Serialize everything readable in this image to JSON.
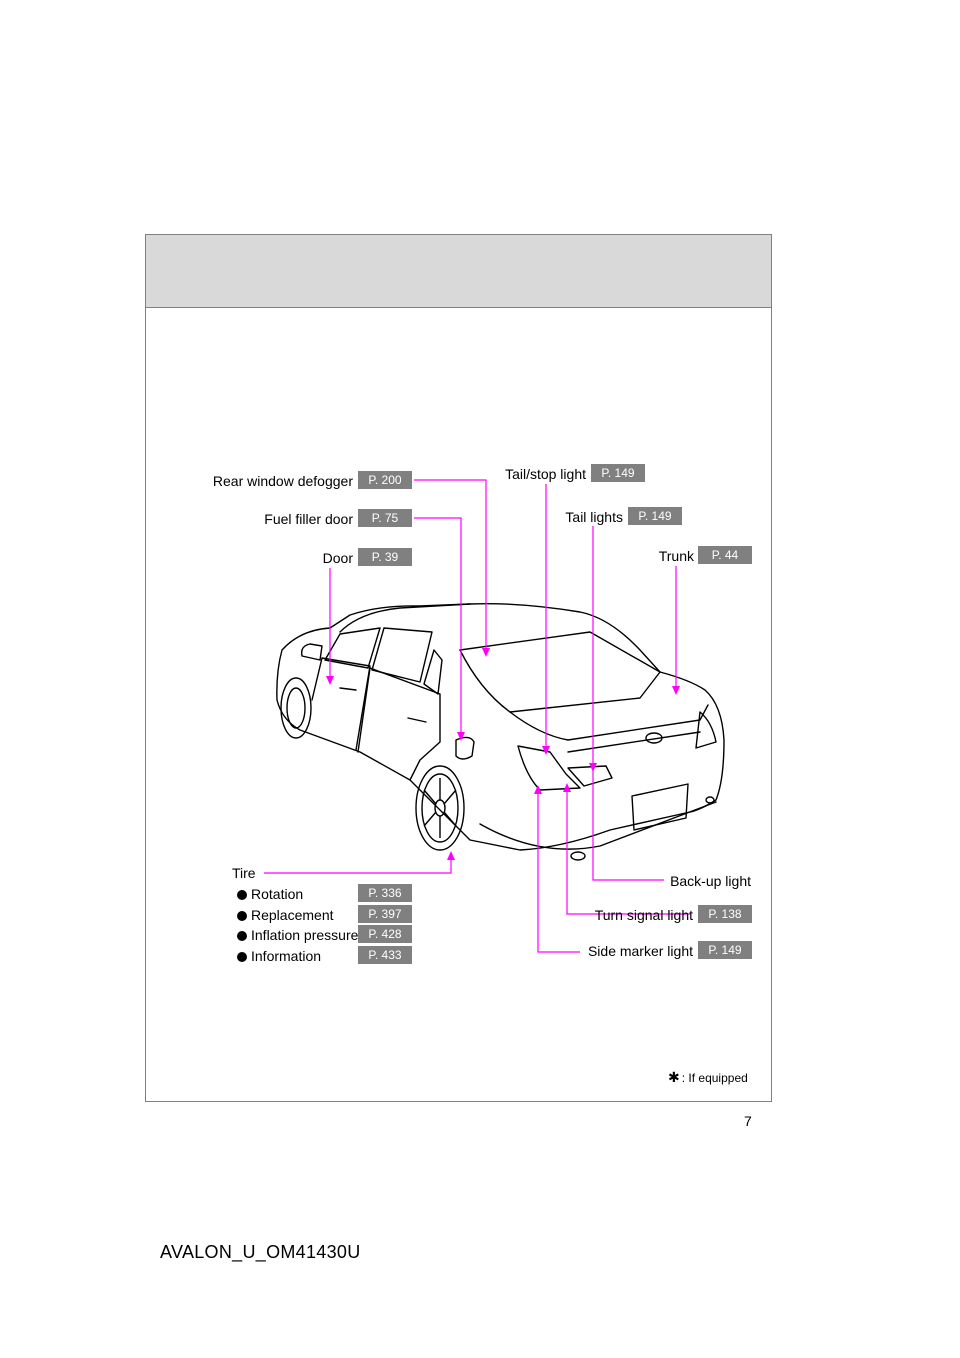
{
  "page_number": "7",
  "footer_code": "AVALON_U_OM41430U",
  "note": {
    "symbol": "✱",
    "text": ": If equipped"
  },
  "colors": {
    "leader": "#ff00ff",
    "badge": "#808080",
    "header_band": "#d9d9d9"
  },
  "labels": {
    "rear_window_defogger": {
      "text": "Rear window defogger",
      "page": "P. 200"
    },
    "fuel_filler_door": {
      "text": "Fuel filler door",
      "page": "P. 75"
    },
    "door": {
      "text": "Door",
      "page": "P. 39"
    },
    "tail_stop_light": {
      "text": "Tail/stop light",
      "page": "P. 149"
    },
    "tail_lights": {
      "text": "Tail lights",
      "page": "P. 149"
    },
    "trunk": {
      "text": "Trunk",
      "page": "P. 44"
    },
    "back_up_light": {
      "text": "Back-up light"
    },
    "turn_signal_light": {
      "text": "Turn signal light",
      "page": "P. 138"
    },
    "side_marker_light": {
      "text": "Side marker light",
      "page": "P. 149"
    }
  },
  "tire": {
    "title": "Tire",
    "items": [
      {
        "text": "Rotation",
        "page": "P. 336"
      },
      {
        "text": "Replacement",
        "page": "P. 397"
      },
      {
        "text": "Inflation pressure",
        "page": "P. 428"
      },
      {
        "text": "Information",
        "page": "P. 433"
      }
    ]
  }
}
